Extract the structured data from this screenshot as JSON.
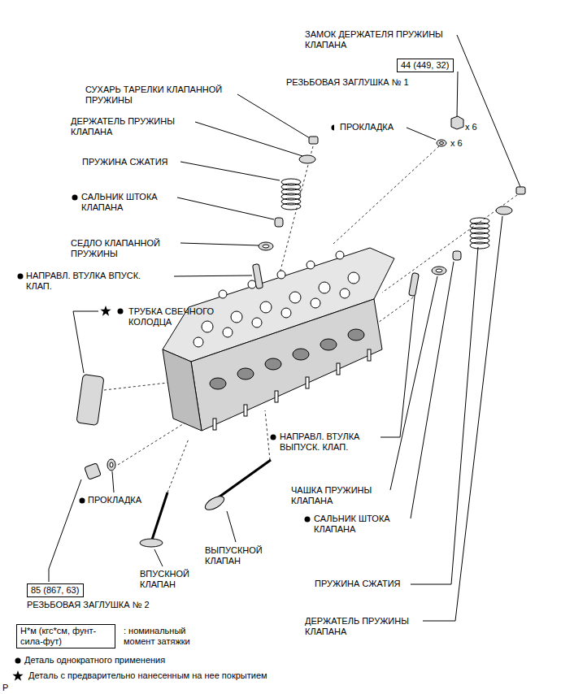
{
  "diagram": {
    "nodes": [
      {
        "text": [
          "44 (449, 32)"
        ]
      },
      {
        "text": [
          "85 (867, 63)"
        ]
      },
      {
        "text": [
          "Н*м (кгс*см, фунт-сила-фут)"
        ]
      }
    ],
    "labels": [
      "ЗАМОК ДЕРЖАТЕЛЯ ПРУЖИНЫ КЛАПАНА",
      "РЕЗЬБОВАЯ ЗАГЛУШКА № 1",
      "СУХАРЬ ТАРЕЛКИ КЛАПАННОЙ ПРУЖИНЫ",
      "ДЕРЖАТЕЛЬ ПРУЖИНЫ КЛАПАНА",
      "ПРОКЛАДКА",
      "x 6",
      "x 6",
      "ПРУЖИНА СЖАТИЯ",
      "САЛЬНИК ШТОКА КЛАПАНА",
      "СЕДЛО КЛАПАННОЙ ПРУЖИНЫ",
      "НАПРАВЛ. ВТУЛКА ВПУСК. КЛАП.",
      "ТРУБКА СВЕЧНОГО КОЛОДЦА",
      "НАПРАВЛ. ВТУЛКА ВЫПУСК. КЛАП.",
      "ПРОКЛАДКА",
      "ВЫПУСКНОЙ КЛАПАН",
      "ЧАШКА ПРУЖИНЫ КЛАПАНА",
      "САЛЬНИК ШТОКА КЛАПАНА",
      "ВПУСКНОЙ КЛАПАН",
      "ПРУЖИНА СЖАТИЯ",
      "РЕЗЬБОВАЯ ЗАГЛУШКА № 2",
      "ДЕРЖАТЕЛЬ ПРУЖИНЫ КЛАПАНА",
      ": номинальный момент затяжки",
      "P"
    ],
    "legend": [
      {
        "text": "Деталь однократного применения"
      },
      {
        "text": "Деталь с предварительно нанесенным на нее покрытием"
      }
    ]
  }
}
